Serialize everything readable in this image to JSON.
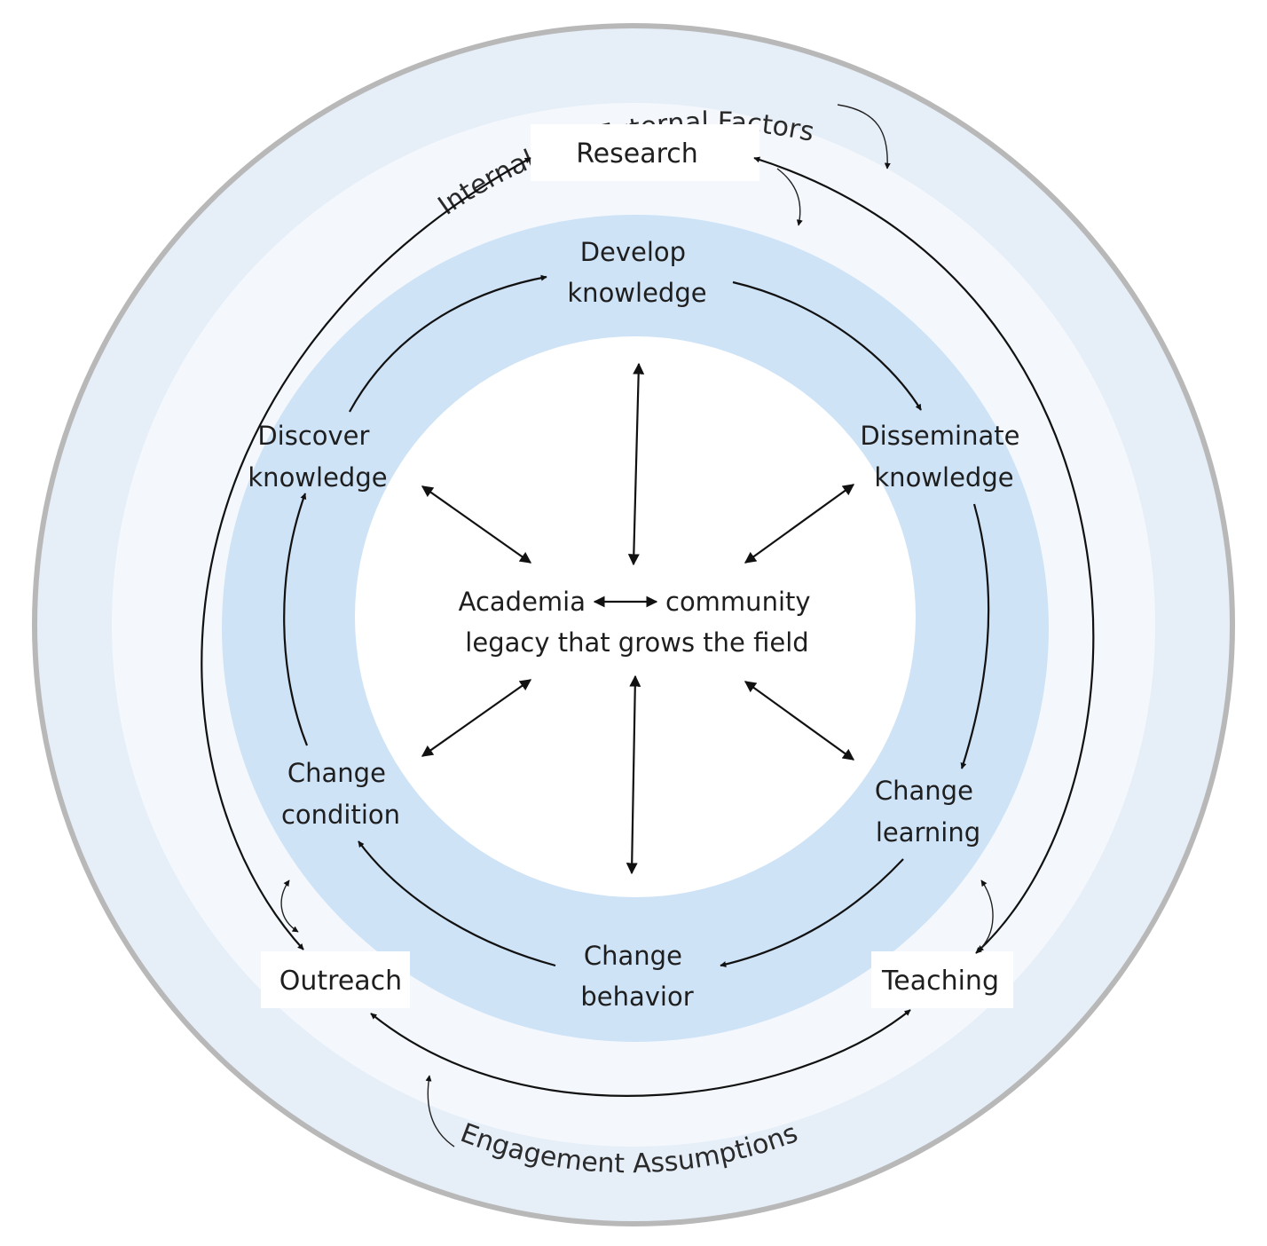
{
  "outer_ring": {
    "top_label": "Internal and External Factors",
    "bottom_label": "Engagement Assumptions"
  },
  "hubs": {
    "research": "Research",
    "outreach": "Outreach",
    "teaching": "Teaching"
  },
  "cycle": {
    "develop": [
      "Develop",
      "knowledge"
    ],
    "disseminate": [
      "Disseminate",
      "knowledge"
    ],
    "change_learning": [
      "Change",
      "learning"
    ],
    "change_behavior": [
      "Change",
      "behavior"
    ],
    "change_condition": [
      "Change",
      "condition"
    ],
    "discover": [
      "Discover",
      "knowledge"
    ]
  },
  "center": {
    "left": "Academia",
    "right": "community",
    "line2": "legacy that grows the field"
  },
  "colors": {
    "outer_band": "#e6eef8",
    "light_band": "#f4f8fd",
    "cycle_band": "#cfe3f7",
    "center_fill": "#ffffff",
    "border": "#8e8e8e"
  }
}
